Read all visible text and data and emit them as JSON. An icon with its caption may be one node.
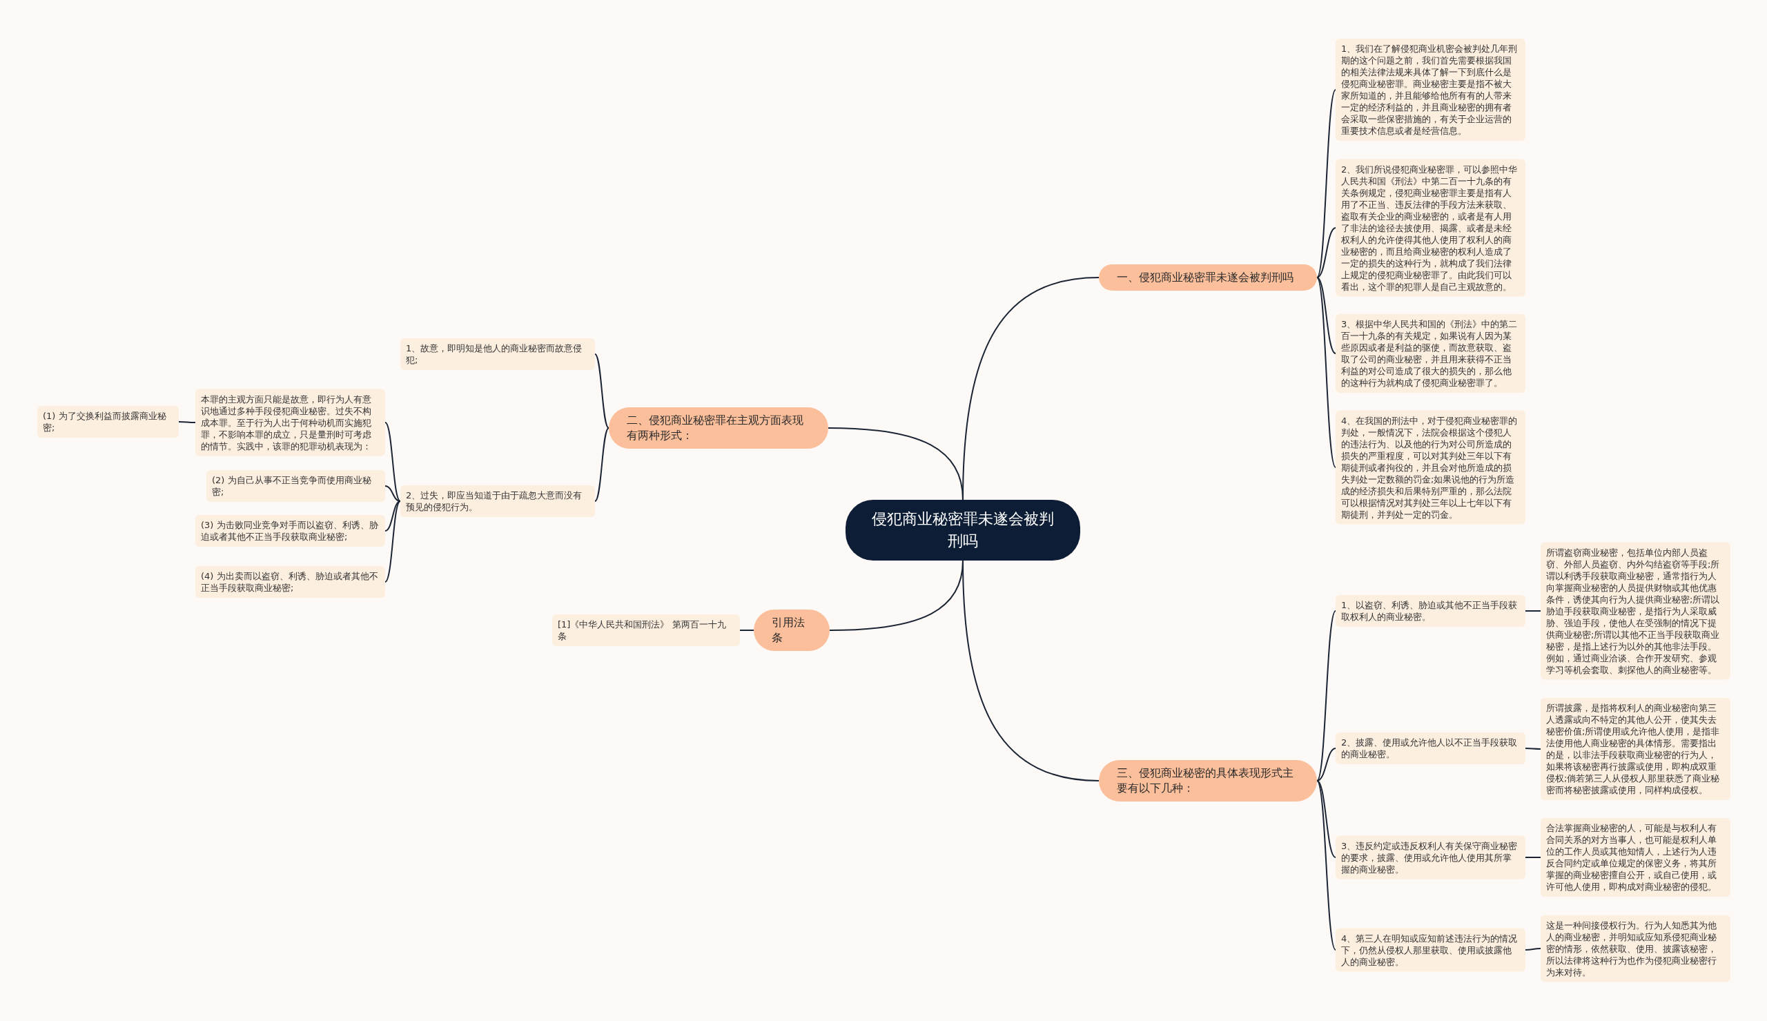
{
  "diagram": {
    "nodes": [
      {
        "text": [
          "侵犯商业秘密罪未遂会被判刑吗"
        ]
      },
      {
        "text": [
          "一、侵犯商业秘密罪未遂会被判刑吗"
        ]
      },
      {
        "text": [
          "1、我们在了解侵犯商业机密会被判处几年刑期的这个问题之前，我们首先需要根据我国的相关法律法规来具体了解一下到底什么是侵犯商业秘密罪。商业秘密主要是指不被大家所知道的，并且能够给他所有有的人带来一定的经济利益的，并且商业秘密的拥有者会采取一些保密措施的，有关于企业运营的重要技术信息或者是经营信息。"
        ]
      },
      {
        "text": [
          "2、我们所说侵犯商业秘密罪，可以参照中华人民共和国《刑法》中第二百一十九条的有关条例规定，侵犯商业秘密罪主要是指有人用了不正当、违反法律的手段方法来获取、盗取有关企业的商业秘密的，或者是有人用了非法的途径去披使用、揭露、或者是未经权利人的允许使得其他人使用了权利人的商业秘密的，而且给商业秘密的权利人造成了一定的损失的这种行为，就构成了我们法律上规定的侵犯商业秘密罪了。由此我们可以看出，这个罪的犯罪人是自己主观故意的。"
        ]
      },
      {
        "text": [
          "3、根据中华人民共和国的《刑法》中的第二百一十九条的有关规定，如果说有人因为某些原因或者是利益的驱使，而故意获取、盗取了公司的商业秘密，并且用来获得不正当利益的对公司造成了很大的损失的，那么他的这种行为就构成了侵犯商业秘密罪了。"
        ]
      },
      {
        "text": [
          "4、在我国的刑法中，对于侵犯商业秘密罪的判处，一般情况下，法院会根据这个侵犯人的违法行为、以及他的行为对公司所造成的损失的严重程度，可以对其判处三年以下有期徒刑或者拘役的，并且会对他所造成的损失判处一定数额的罚金;如果说他的行为所造成的经济损失和后果特别严重的，那么法院可以根据情况对其判处三年以上七年以下有期徒刑，并判处一定的罚金。"
        ]
      },
      {
        "text": [
          "二、侵犯商业秘密罪在主观方面表现有两种形式："
        ]
      },
      {
        "text": [
          "1、故意，即明知是他人的商业秘密而故意侵犯;"
        ]
      },
      {
        "text": [
          "2、过失，即应当知道于由于疏忽大意而没有预见的侵犯行为。"
        ]
      },
      {
        "text": [
          "本罪的主观方面只能是故意，即行为人有意识地通过多种手段侵犯商业秘密。过失不构成本罪。至于行为人出于何种动机而实施犯罪，不影响本罪的成立，只是量刑时可考虑的情节。实践中，该罪的犯罪动机表现为："
        ]
      },
      {
        "text": [
          "(1) 为了交换利益而披露商业秘密;"
        ]
      },
      {
        "text": [
          "(2) 为自己从事不正当竞争而使用商业秘密;"
        ]
      },
      {
        "text": [
          "(3) 为击败同业竞争对手而以盗窃、利诱、胁迫或者其他不正当手段获取商业秘密;"
        ]
      },
      {
        "text": [
          "(4) 为出卖而以盗窃、利诱、胁迫或者其他不正当手段获取商业秘密;"
        ]
      },
      {
        "text": [
          "引用法条"
        ]
      },
      {
        "text": [
          "[1]《中华人民共和国刑法》 第两百一十九条"
        ]
      },
      {
        "text": [
          "三、侵犯商业秘密的具体表现形式主要有以下几种："
        ]
      },
      {
        "text": [
          "1、以盗窃、利诱、胁迫或其他不正当手段获取权利人的商业秘密。"
        ]
      },
      {
        "text": [
          "所谓盗窃商业秘密，包括单位内部人员盗窃、外部人员盗窃、内外勾结盗窃等手段;所谓以利诱手段获取商业秘密，通常指行为人向掌握商业秘密的人员提供财物或其他优惠条件，诱使其向行为人提供商业秘密;所谓以胁迫手段获取商业秘密，是指行为人采取威胁、强迫手段，使他人在受强制的情况下提供商业秘密;所谓以其他不正当手段获取商业秘密，是指上述行为以外的其他非法手段。例如，通过商业洽谈、合作开发研究、参观学习等机会套取、刺探他人的商业秘密等。"
        ]
      },
      {
        "text": [
          "2、披露、使用或允许他人以不正当手段获取的商业秘密。"
        ]
      },
      {
        "text": [
          "所谓披露，是指将权利人的商业秘密向第三人透露或向不特定的其他人公开，使其失去秘密价值;所谓使用或允许他人使用，是指非法使用他人商业秘密的具体情形。需要指出的是，以非法手段获取商业秘密的行为人，如果将该秘密再行披露或使用，即构成双重侵权;倘若第三人从侵权人那里获悉了商业秘密而将秘密披露或使用，同样构成侵权。"
        ]
      },
      {
        "text": [
          "3、违反约定或违反权利人有关保守商业秘密的要求，披露、使用或允许他人使用其所掌握的商业秘密。"
        ]
      },
      {
        "text": [
          "合法掌握商业秘密的人，可能是与权利人有合同关系的对方当事人，也可能是权利人单位的工作人员或其他知情人，上述行为人违反合同约定或单位规定的保密义务，将其所掌握的商业秘密擅自公开，或自己使用，或许可他人使用，即构成对商业秘密的侵犯。"
        ]
      },
      {
        "text": [
          "4、第三人在明知或应知前述违法行为的情况下，仍然从侵权人那里获取、使用或披露他人的商业秘密。"
        ]
      },
      {
        "text": [
          "这是一种间接侵权行为。行为人知悉其为他人的商业秘密，并明知或应知系侵犯商业秘密的情形，依然获取、使用、披露该秘密，所以法律将这种行为也作为侵犯商业秘密行为来对待。"
        ]
      }
    ],
    "edges": [
      {
        "from": 0,
        "to": 1,
        "arrow": "none"
      },
      {
        "from": 1,
        "to": 2,
        "arrow": "none"
      },
      {
        "from": 1,
        "to": 3,
        "arrow": "none"
      },
      {
        "from": 1,
        "to": 4,
        "arrow": "none"
      },
      {
        "from": 1,
        "to": 5,
        "arrow": "none"
      },
      {
        "from": 0,
        "to": 6,
        "arrow": "none"
      },
      {
        "from": 6,
        "to": 7,
        "arrow": "none"
      },
      {
        "from": 6,
        "to": 8,
        "arrow": "none"
      },
      {
        "from": 8,
        "to": 9,
        "arrow": "none"
      },
      {
        "from": 9,
        "to": 10,
        "arrow": "none"
      },
      {
        "from": 8,
        "to": 11,
        "arrow": "none"
      },
      {
        "from": 8,
        "to": 12,
        "arrow": "none"
      },
      {
        "from": 8,
        "to": 13,
        "arrow": "none"
      },
      {
        "from": 0,
        "to": 14,
        "arrow": "none"
      },
      {
        "from": 14,
        "to": 15,
        "arrow": "none"
      },
      {
        "from": 0,
        "to": 16,
        "arrow": "none"
      },
      {
        "from": 16,
        "to": 17,
        "arrow": "none"
      },
      {
        "from": 17,
        "to": 18,
        "arrow": "none"
      },
      {
        "from": 16,
        "to": 19,
        "arrow": "none"
      },
      {
        "from": 19,
        "to": 20,
        "arrow": "none"
      },
      {
        "from": 16,
        "to": 21,
        "arrow": "none"
      },
      {
        "from": 21,
        "to": 22,
        "arrow": "none"
      },
      {
        "from": 16,
        "to": 23,
        "arrow": "none"
      },
      {
        "from": 23,
        "to": 24,
        "arrow": "none"
      }
    ]
  }
}
